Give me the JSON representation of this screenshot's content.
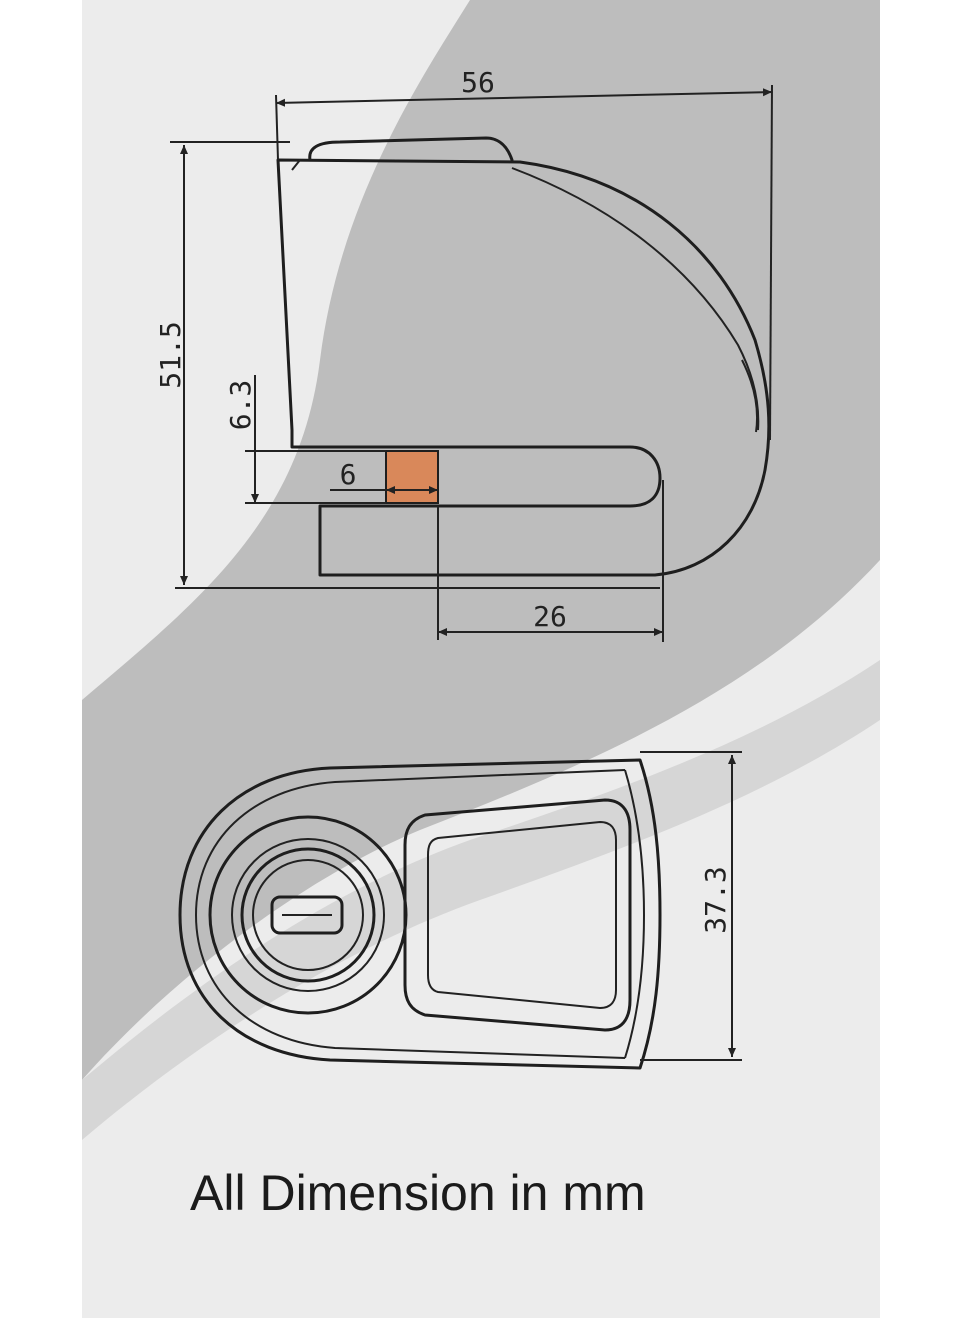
{
  "side_view": {
    "width_label": "56",
    "height_label": "51.5",
    "pin_height_label": "6.3",
    "pin_width_label": "6",
    "depth_label": "26",
    "pin_color": "#d9885a"
  },
  "front_view": {
    "width_label": "37.3"
  },
  "caption": "All Dimension in mm",
  "colors": {
    "paper_light": "#ececec",
    "paper_band": "#bcbcbc",
    "line": "#1e1e1e"
  }
}
